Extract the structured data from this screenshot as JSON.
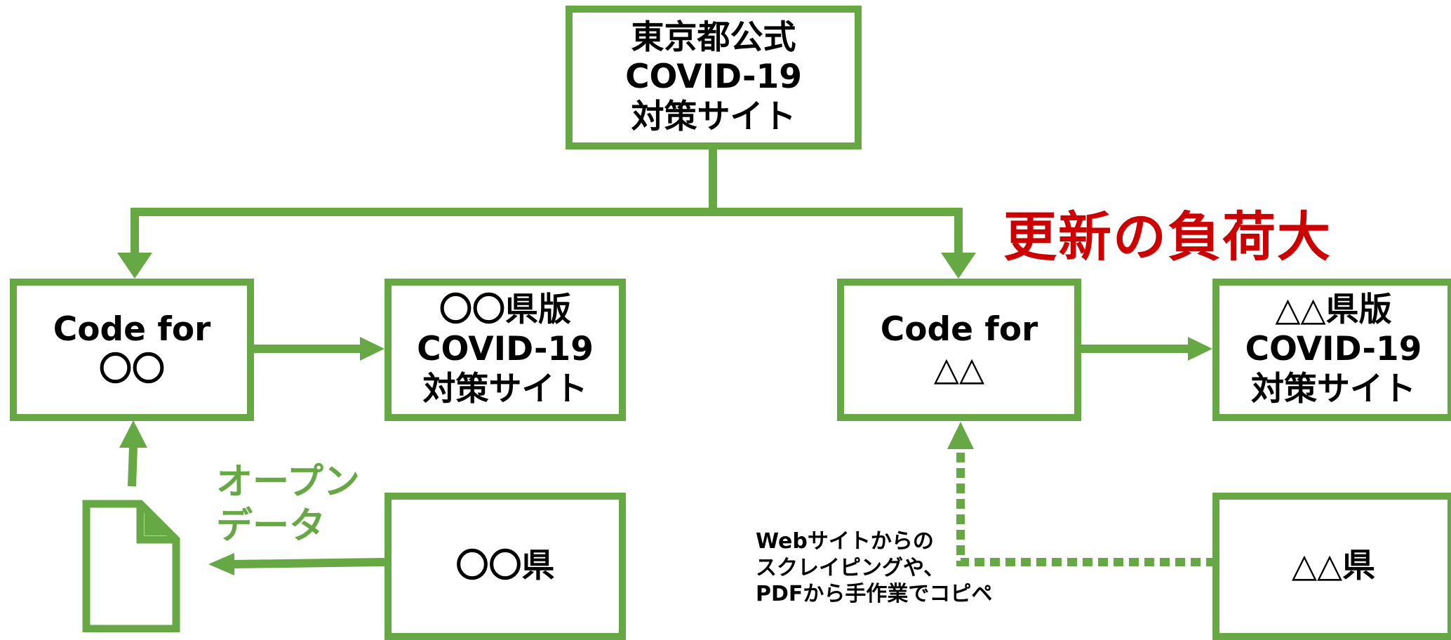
{
  "colors": {
    "green": "#65a844",
    "red": "#cc0000",
    "text": "#000000"
  },
  "icons": {
    "document": "document-icon"
  },
  "nodes": {
    "tokyo": {
      "lines": [
        "東京都公式",
        "COVID-19",
        "対策サイト"
      ]
    },
    "code_for_circle": {
      "lines": [
        "Code for",
        "〇〇"
      ]
    },
    "circle_site": {
      "lines": [
        "〇〇県版",
        "COVID-19",
        "対策サイト"
      ]
    },
    "circle_pref": {
      "lines": [
        "〇〇県"
      ]
    },
    "code_for_triangle": {
      "lines": [
        "Code for",
        "△△"
      ]
    },
    "triangle_site": {
      "lines": [
        "△△県版",
        "COVID-19",
        "対策サイト"
      ]
    },
    "triangle_pref": {
      "lines": [
        "△△県"
      ]
    }
  },
  "labels": {
    "update_burden": "更新の負荷大",
    "open_data": [
      "オープン",
      "データ"
    ],
    "scraping_note": [
      "Webサイトからの",
      "スクレイピングや、",
      "PDFから手作業でコピペ"
    ]
  }
}
